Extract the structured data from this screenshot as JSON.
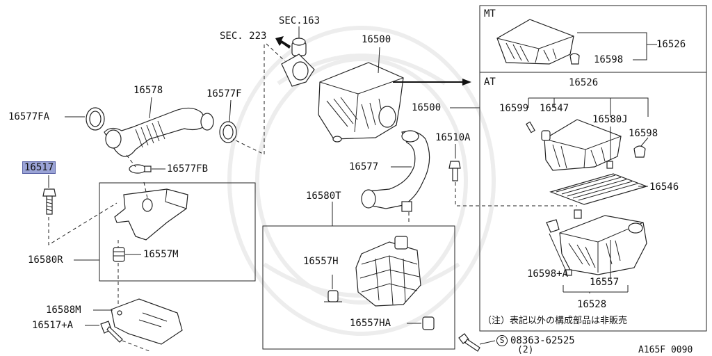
{
  "labels": {
    "l16577FA": "16577FA",
    "l16578": "16578",
    "l16577F": "16577F",
    "l16517": "16517",
    "l16577FB": "16577FB",
    "l16580R": "16580R",
    "l16557M": "16557M",
    "l16588M": "16588M",
    "l16517A": "16517+A",
    "lSEC163": "SEC.163",
    "lSEC223": "SEC. 223",
    "l16500top": "16500",
    "l16577": "16577",
    "l16580T": "16580T",
    "l16557H": "16557H",
    "l16557HA": "16557HA",
    "l16510A": "16510A",
    "l16500right": "16500",
    "bolt_code": "08363-62525",
    "bolt_qty": "(2)",
    "bolt_symbol": "S",
    "diagram_id": "A165F 0090"
  },
  "mt_box": {
    "title": "MT",
    "l16526": "16526",
    "l16598": "16598"
  },
  "at_box": {
    "title": "AT",
    "l16526": "16526",
    "l16599": "16599",
    "l16547": "16547",
    "l16580J": "16580J",
    "l16598": "16598",
    "l16546": "16546",
    "l16598A": "16598+A",
    "l16557": "16557",
    "l16528": "16528",
    "note": "（注）表記以外の構成部品は非販売"
  }
}
